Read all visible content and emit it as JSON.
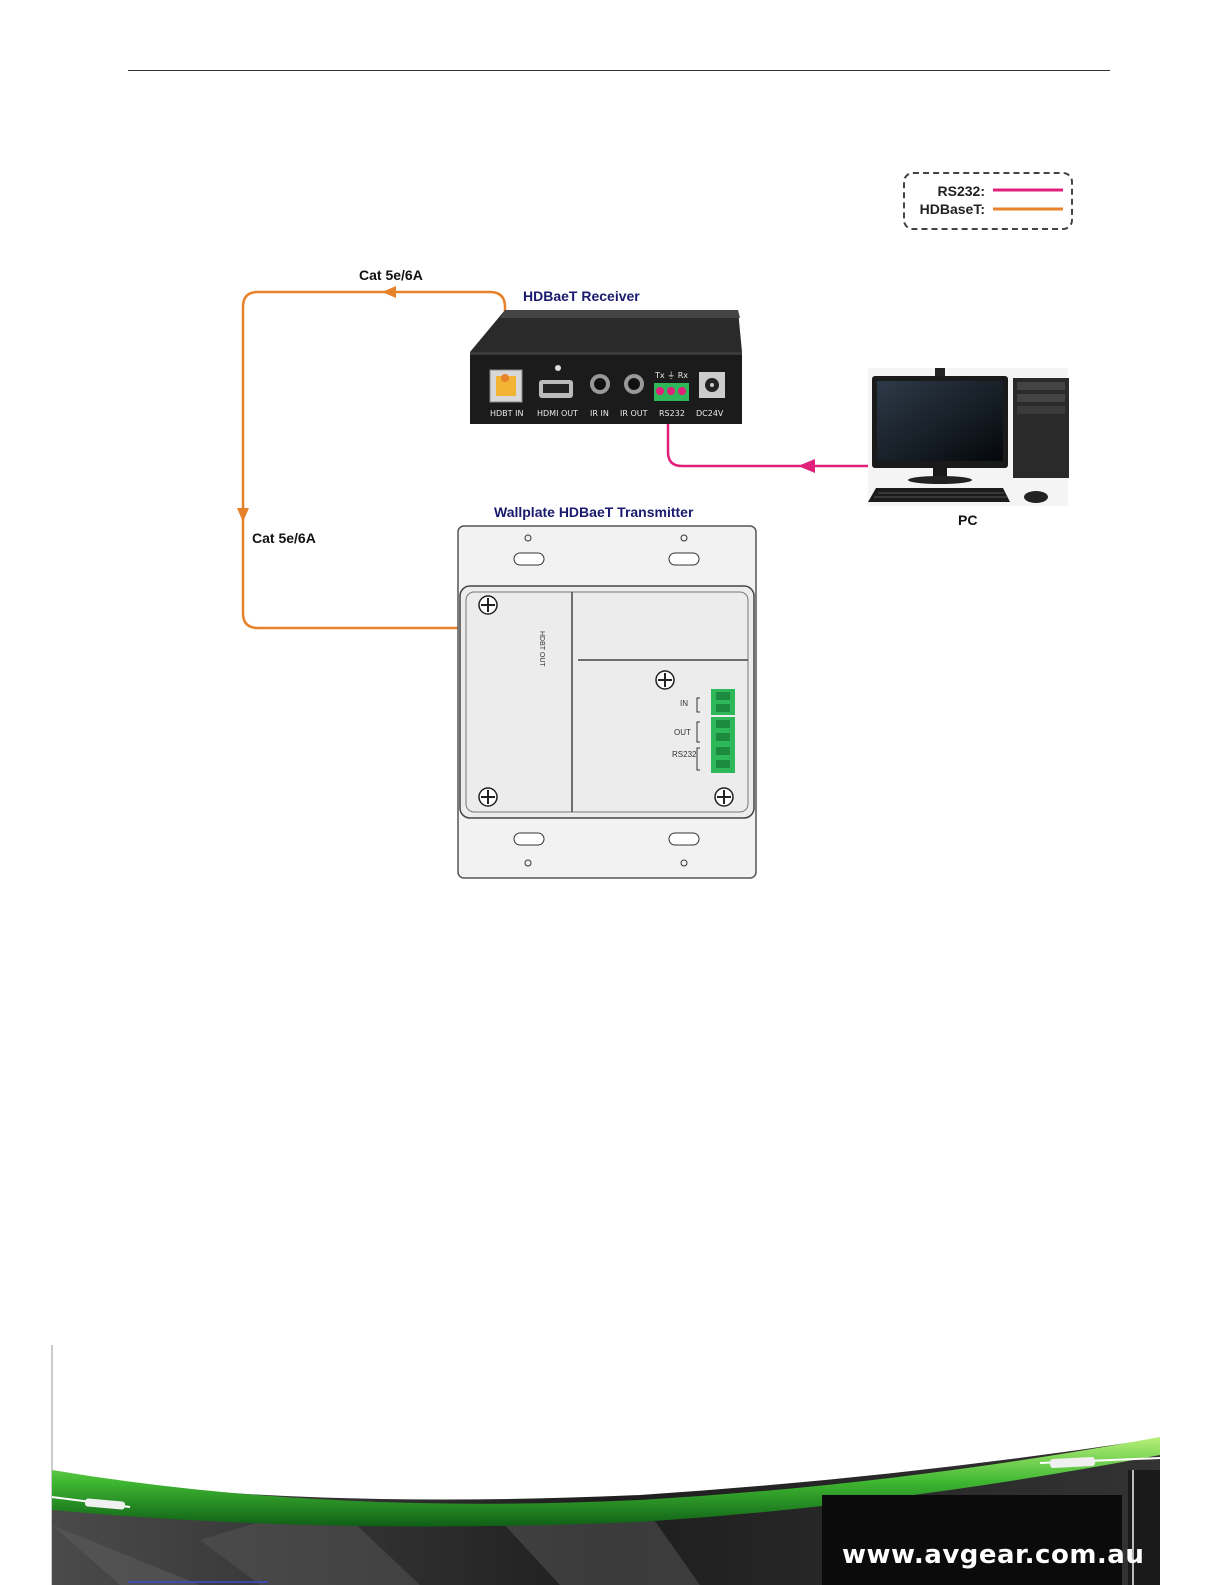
{
  "legend": {
    "rs232_label": "RS232:",
    "hdbaset_label": "HDBaseT:"
  },
  "colors": {
    "rs232": "#e0207a",
    "hdbaset": "#e8822a",
    "device_title": "#1a1a6e",
    "terminal_green": "#2fb85a"
  },
  "cables": {
    "top_label": "Cat 5e/6A",
    "left_label": "Cat 5e/6A"
  },
  "receiver": {
    "title": "HDBaeT Receiver",
    "ports": {
      "hdbt_in": "HDBT IN",
      "hdmi_out": "HDMI OUT",
      "ir_in": "IR IN",
      "ir_out": "IR OUT",
      "rs232": "RS232",
      "dc": "DC24V",
      "rs232_pins": "Tx ⏚ Rx"
    }
  },
  "pc": {
    "label": "PC"
  },
  "transmitter": {
    "title": "Wallplate HDBaeT Transmitter",
    "hdbt_out": "HDBT OUT",
    "terminal_in": "IN",
    "terminal_out": "OUT",
    "terminal_rs232": "RS232"
  },
  "footer": {
    "url": "www.avgear.com.au"
  }
}
